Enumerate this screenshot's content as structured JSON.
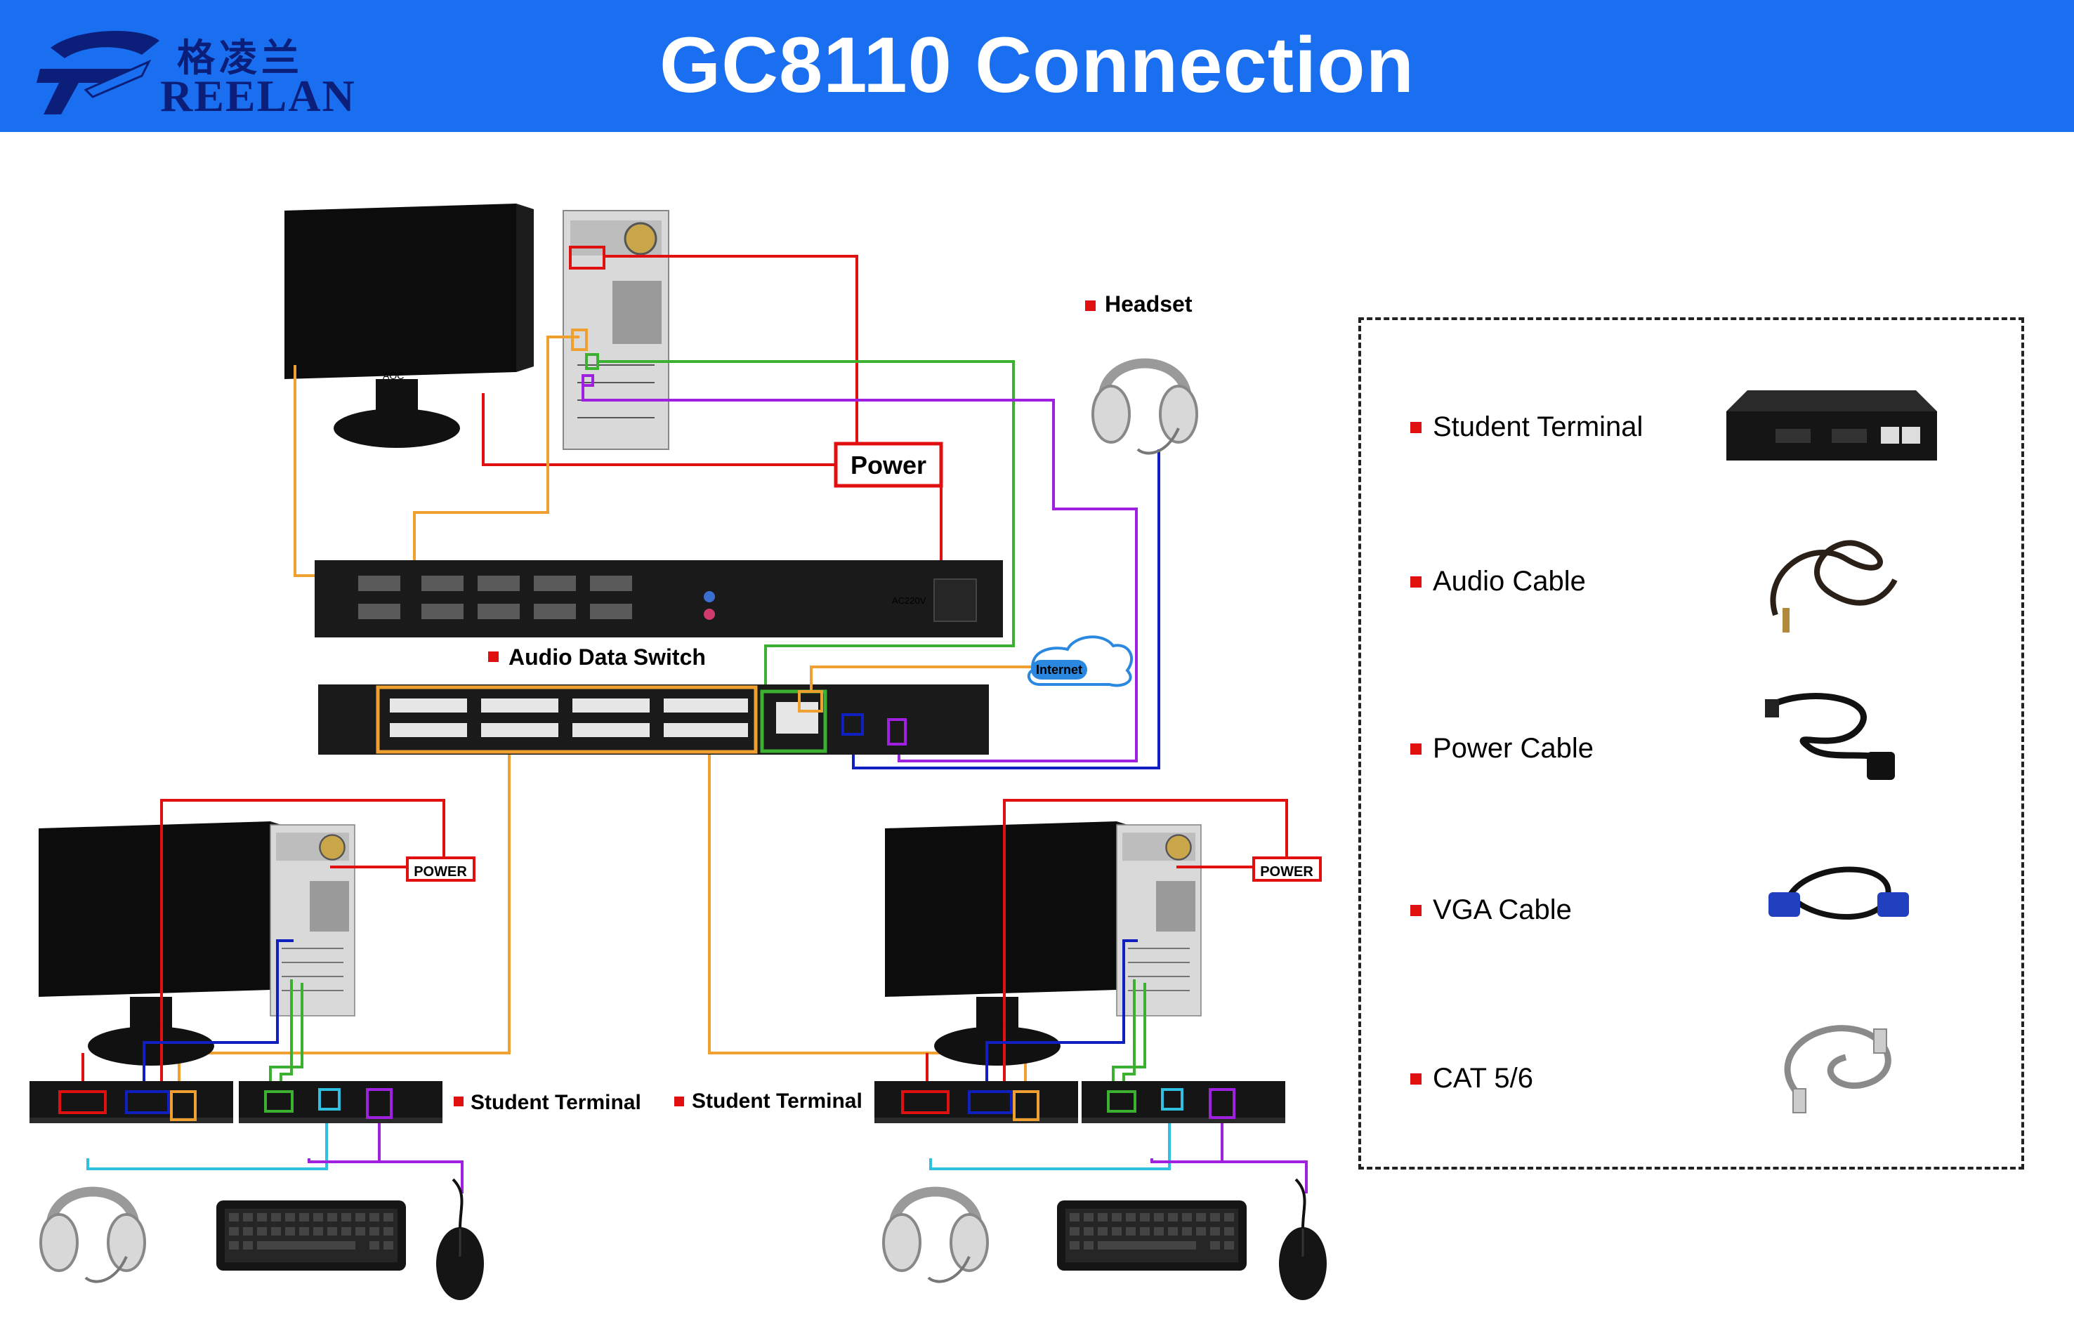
{
  "header": {
    "logo_cn": "格凌兰",
    "logo_en": "REELAN",
    "title": "GC8110 Connection"
  },
  "labels": {
    "headset": "Headset",
    "power_main": "Power",
    "audio_switch": "Audio Data Switch",
    "internet": "Internet",
    "power_left": "POWER",
    "power_right": "POWER",
    "student_terminal_left": "Student Terminal",
    "student_terminal_right": "Student Terminal",
    "monitor_brand": "AOC",
    "device_ac": "AC220V"
  },
  "legend": {
    "items": [
      {
        "label": "Student Terminal",
        "icon": "student-terminal-icon"
      },
      {
        "label": "Audio Cable",
        "icon": "audio-cable-icon"
      },
      {
        "label": "Power Cable",
        "icon": "power-cable-icon"
      },
      {
        "label": "VGA Cable",
        "icon": "vga-cable-icon"
      },
      {
        "label": "CAT 5/6",
        "icon": "cat-cable-icon"
      }
    ]
  },
  "colors": {
    "header": "#1a6ff0",
    "power": "#e01010",
    "vga_orange": "#f0a030",
    "green": "#3cb030",
    "purple": "#a020e0",
    "blue": "#1020c0",
    "cyan": "#30c0e0",
    "bullet": "#e01010"
  }
}
